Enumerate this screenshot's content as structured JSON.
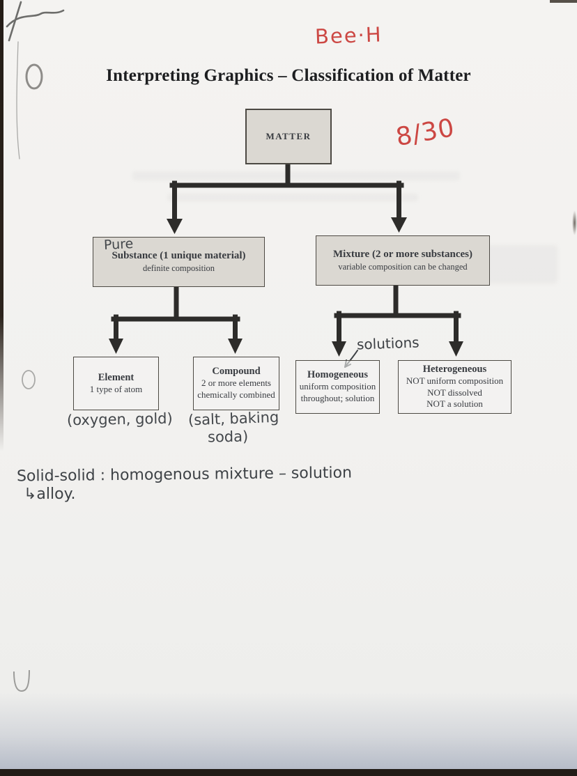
{
  "page": {
    "student_name": "Bee·H",
    "date": "8/30",
    "title": "Interpreting Graphics – Classification of Matter"
  },
  "flowchart": {
    "root": {
      "label": "MATTER"
    },
    "substance": {
      "handwritten_note": "Pure",
      "title": "Substance (1 unique material)",
      "subtitle": "definite composition"
    },
    "mixture": {
      "title": "Mixture (2 or more substances)",
      "subtitle": "variable composition can be changed"
    },
    "element": {
      "title": "Element",
      "lines": [
        "1 type of atom"
      ]
    },
    "compound": {
      "title": "Compound",
      "lines": [
        "2 or more elements",
        "chemically combined"
      ]
    },
    "homogeneous": {
      "title": "Homogeneous",
      "lines": [
        "uniform composition",
        "throughout; solution"
      ]
    },
    "heterogeneous": {
      "title": "Heterogeneous",
      "lines": [
        "NOT uniform composition",
        "NOT dissolved",
        "NOT a solution"
      ]
    }
  },
  "annotations": {
    "solutions_label": "solutions",
    "element_examples": "(oxygen, gold)",
    "compound_examples_line1": "(salt, baking",
    "compound_examples_line2": "soda)",
    "bottom_note_line1": "Solid-solid : homogenous mixture – solution",
    "bottom_note_line2": "↳alloy."
  },
  "colors": {
    "red_ink": "#cc4743",
    "pencil": "#43474b",
    "box_fill_gray": "#dbd8d2",
    "connector_dark": "#2d2c2a",
    "paper": "#f3f2f0"
  }
}
